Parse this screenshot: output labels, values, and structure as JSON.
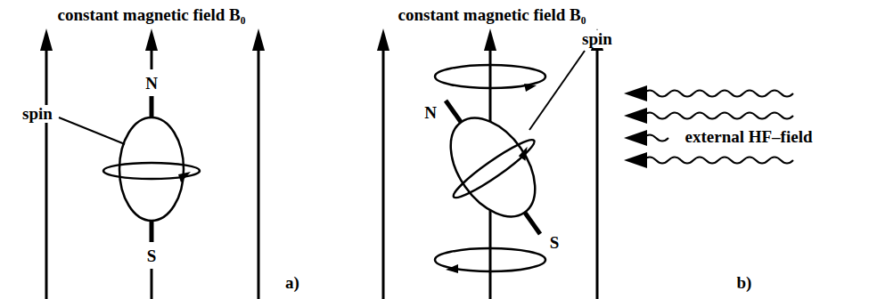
{
  "diagram": {
    "labels": [
      "constant magnetic field B₀",
      "spin",
      "N",
      "S",
      "a)",
      "constant magnetic field B₀",
      "spin",
      "N",
      "S",
      "external HF–field",
      "b)"
    ]
  }
}
